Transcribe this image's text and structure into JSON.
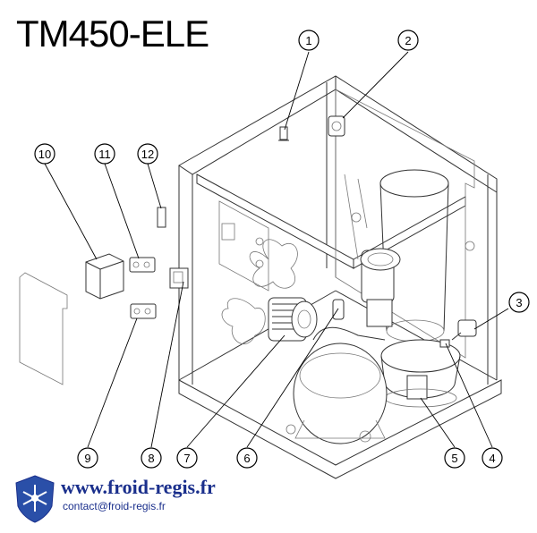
{
  "title": "TM450-ELE",
  "callouts": [
    "1",
    "2",
    "3",
    "4",
    "5",
    "6",
    "7",
    "8",
    "9",
    "10",
    "11",
    "12"
  ],
  "footer": {
    "url": "www.froid-regis.fr",
    "email": "contact@froid-regis.fr"
  },
  "logo_icon": "snowflake-shield-logo",
  "colors": {
    "footer_text": "#1a2f8c",
    "logo_blue": "#2a4fa8"
  }
}
